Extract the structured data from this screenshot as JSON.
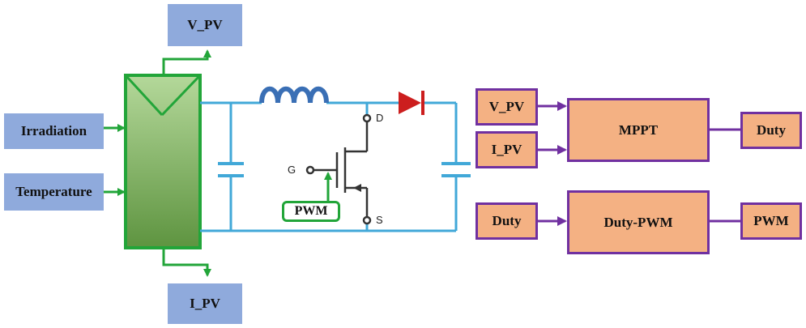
{
  "pv_model": {
    "inputs": [
      "Irradiation",
      "Temperature"
    ],
    "outputs": {
      "voltage": "V_PV",
      "current": "I_PV"
    }
  },
  "converter": {
    "gate_signal": "PWM",
    "pins": {
      "drain": "D",
      "gate": "G",
      "source": "S"
    }
  },
  "mppt_block": {
    "inputs": [
      "V_PV",
      "I_PV"
    ],
    "name": "MPPT",
    "output": "Duty"
  },
  "pwm_block": {
    "input": "Duty",
    "name": "Duty-PWM",
    "output": "PWM"
  },
  "colors": {
    "wire": "#41a8d8",
    "signal": "#22a539",
    "inductor": "#3a6fb5",
    "diode": "#cc1e1e",
    "block_border": "#7030a0",
    "block_fill": "#f4b183",
    "io_fill": "#8faadc",
    "panel_fill": "#7fb25e"
  }
}
